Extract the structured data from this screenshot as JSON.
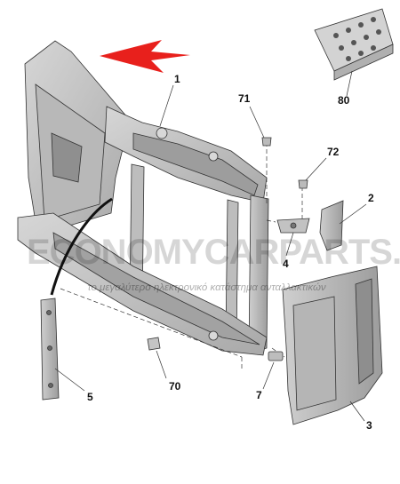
{
  "callouts": {
    "c1": "1",
    "c2": "2",
    "c3": "3",
    "c4": "4",
    "c5": "5",
    "c7": "7",
    "c70": "70",
    "c71": "71",
    "c72": "72",
    "c80": "80"
  },
  "watermark": {
    "main": "ECONOMYCARPARTS.GR",
    "sub": "το μεγαλύτερο ηλεκτρονικό κατάστημα ανταλλακτικών"
  },
  "colors": {
    "arrow": "#e8201c",
    "line": "#333333",
    "part": "#c9c9c9",
    "part_dark": "#9a9a9a"
  }
}
